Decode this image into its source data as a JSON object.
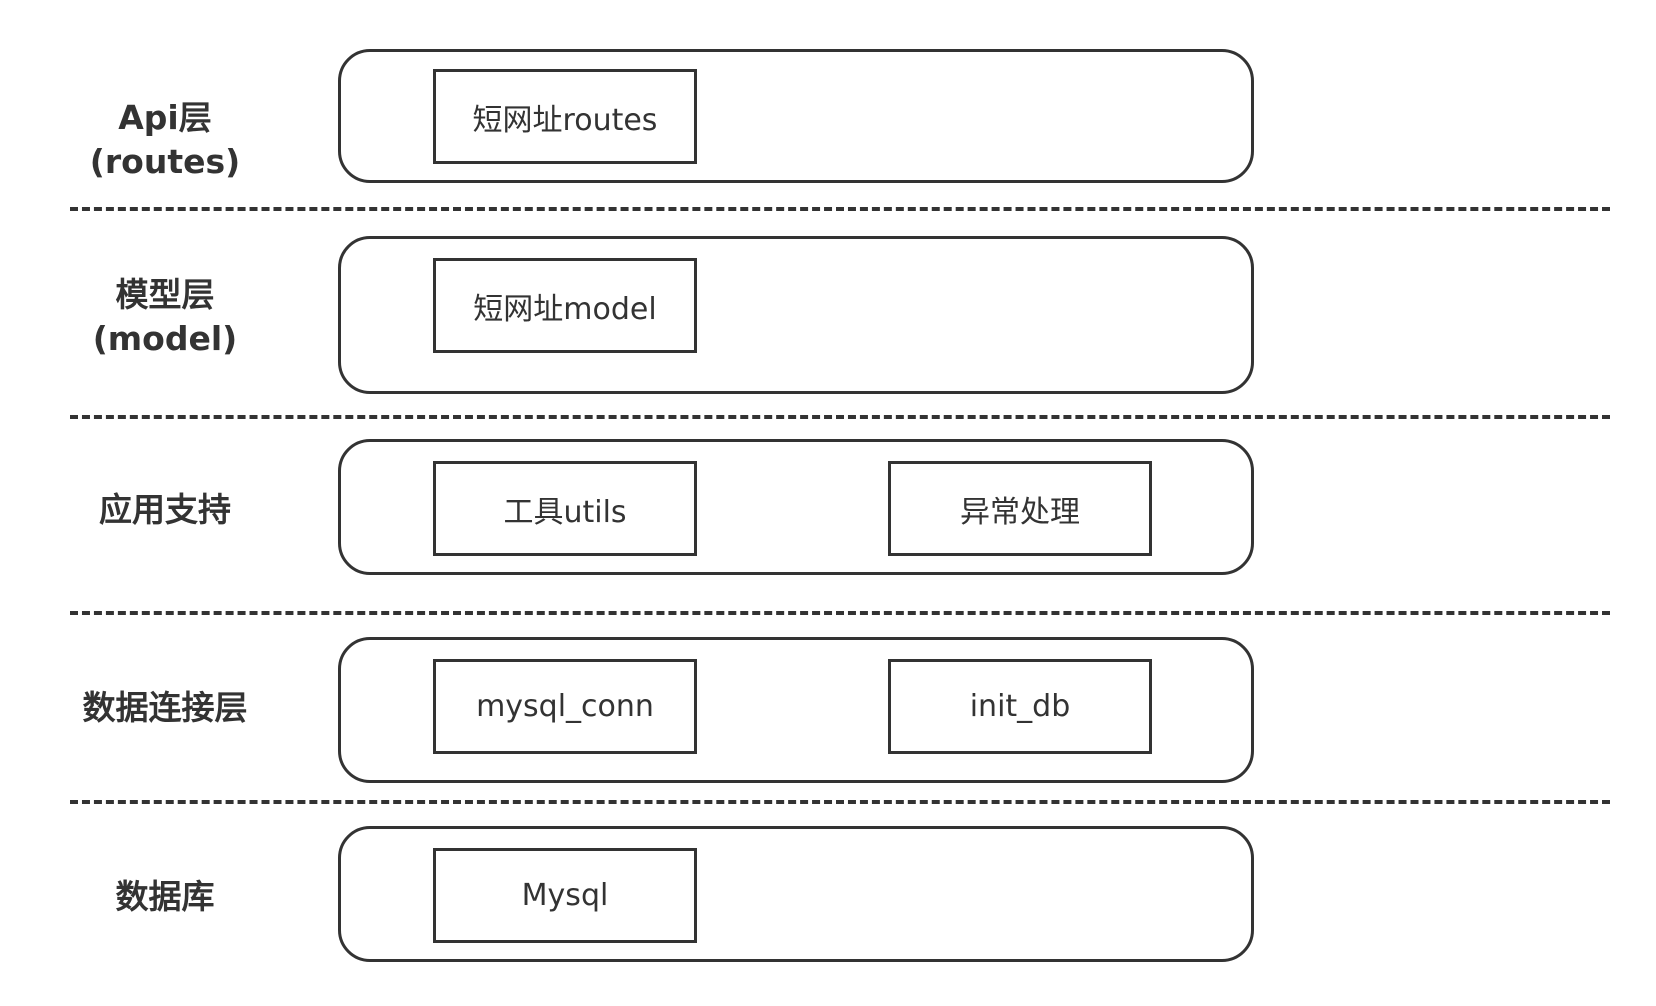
{
  "layers": [
    {
      "label_line1": "Api层",
      "label_line2": "(routes)",
      "modules": [
        "短网址routes"
      ]
    },
    {
      "label_line1": "模型层",
      "label_line2": "(model)",
      "modules": [
        "短网址model"
      ]
    },
    {
      "label_line1": "应用支持",
      "label_line2": "",
      "modules": [
        "工具utils",
        "异常处理"
      ]
    },
    {
      "label_line1": "数据连接层",
      "label_line2": "",
      "modules": [
        "mysql_conn",
        "init_db"
      ]
    },
    {
      "label_line1": "数据库",
      "label_line2": "",
      "modules": [
        "Mysql"
      ]
    }
  ]
}
